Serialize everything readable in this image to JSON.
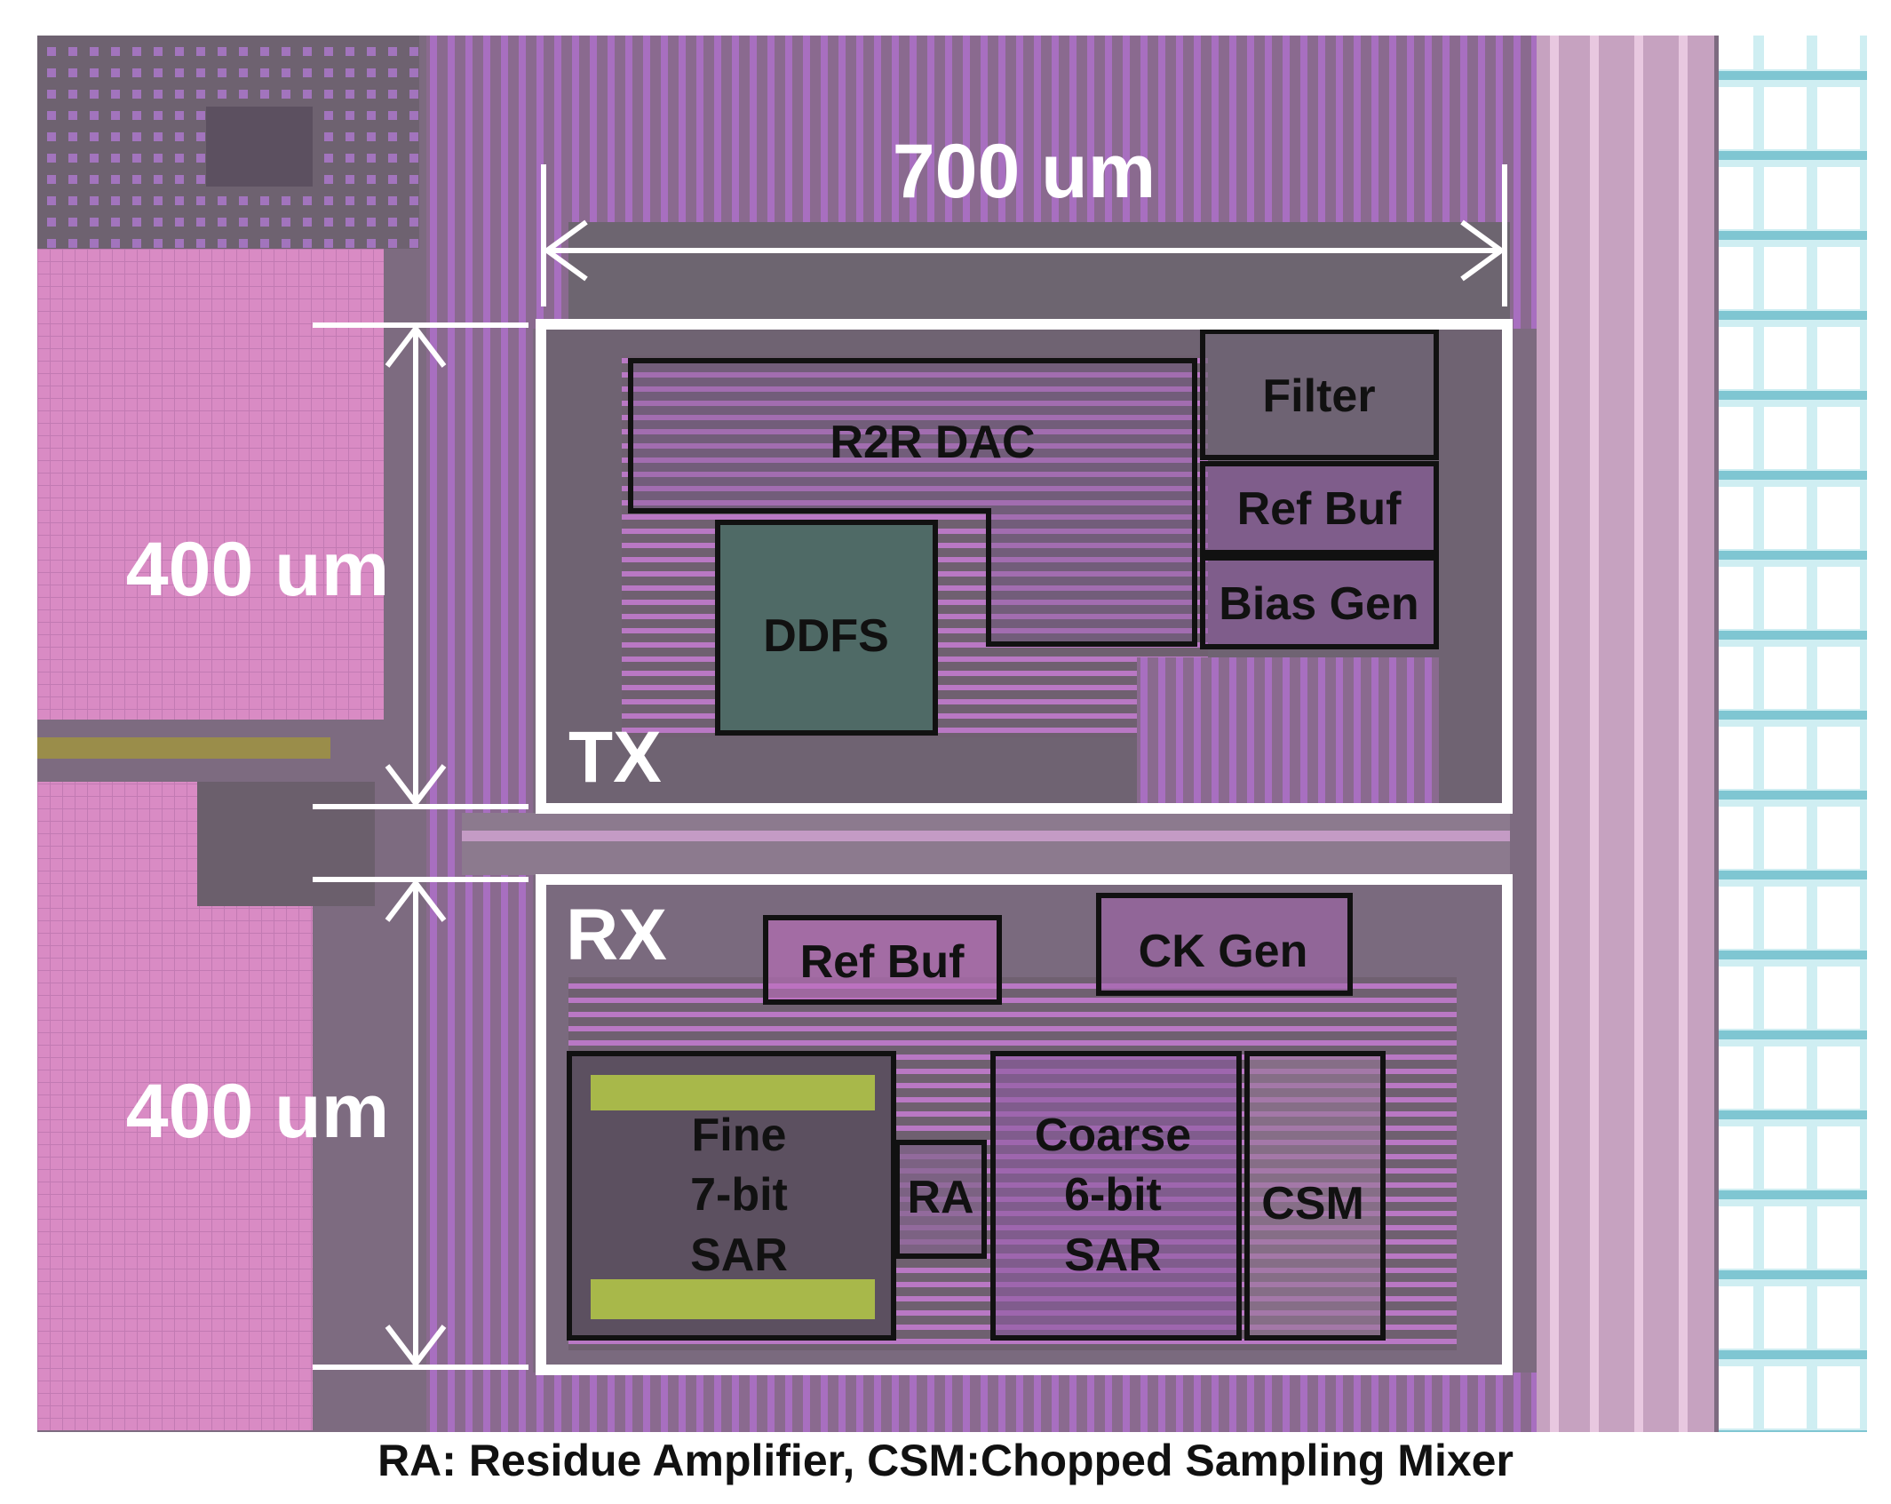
{
  "dimensions": {
    "width_label": "700 um",
    "tx_height_label": "400 um",
    "rx_height_label": "400 um"
  },
  "tx": {
    "label": "TX",
    "blocks": {
      "r2r_dac": "R2R DAC",
      "ddfs": "DDFS",
      "filter": "Filter",
      "ref_buf": "Ref Buf",
      "bias_gen": "Bias Gen"
    }
  },
  "rx": {
    "label": "RX",
    "blocks": {
      "ref_buf": "Ref Buf",
      "ck_gen": "CK Gen",
      "fine_sar": [
        "Fine",
        "7-bit",
        "SAR"
      ],
      "ra": "RA",
      "coarse_sar": [
        "Coarse",
        "6-bit",
        "SAR"
      ],
      "csm": "CSM"
    }
  },
  "caption": "RA: Residue Amplifier, CSM:Chopped Sampling Mixer",
  "colors": {
    "die_background": "#8a6f8c",
    "pink_region": "#d98bc4",
    "purple_metal": "#9a62b8",
    "dark_metal": "#5c5060",
    "cyan_pads": "#bfeef2",
    "ddfs_fill": "#4f6a66",
    "sar_cap_green": "#a8b84a",
    "outline_white": "#ffffff",
    "outline_black": "#111111"
  }
}
